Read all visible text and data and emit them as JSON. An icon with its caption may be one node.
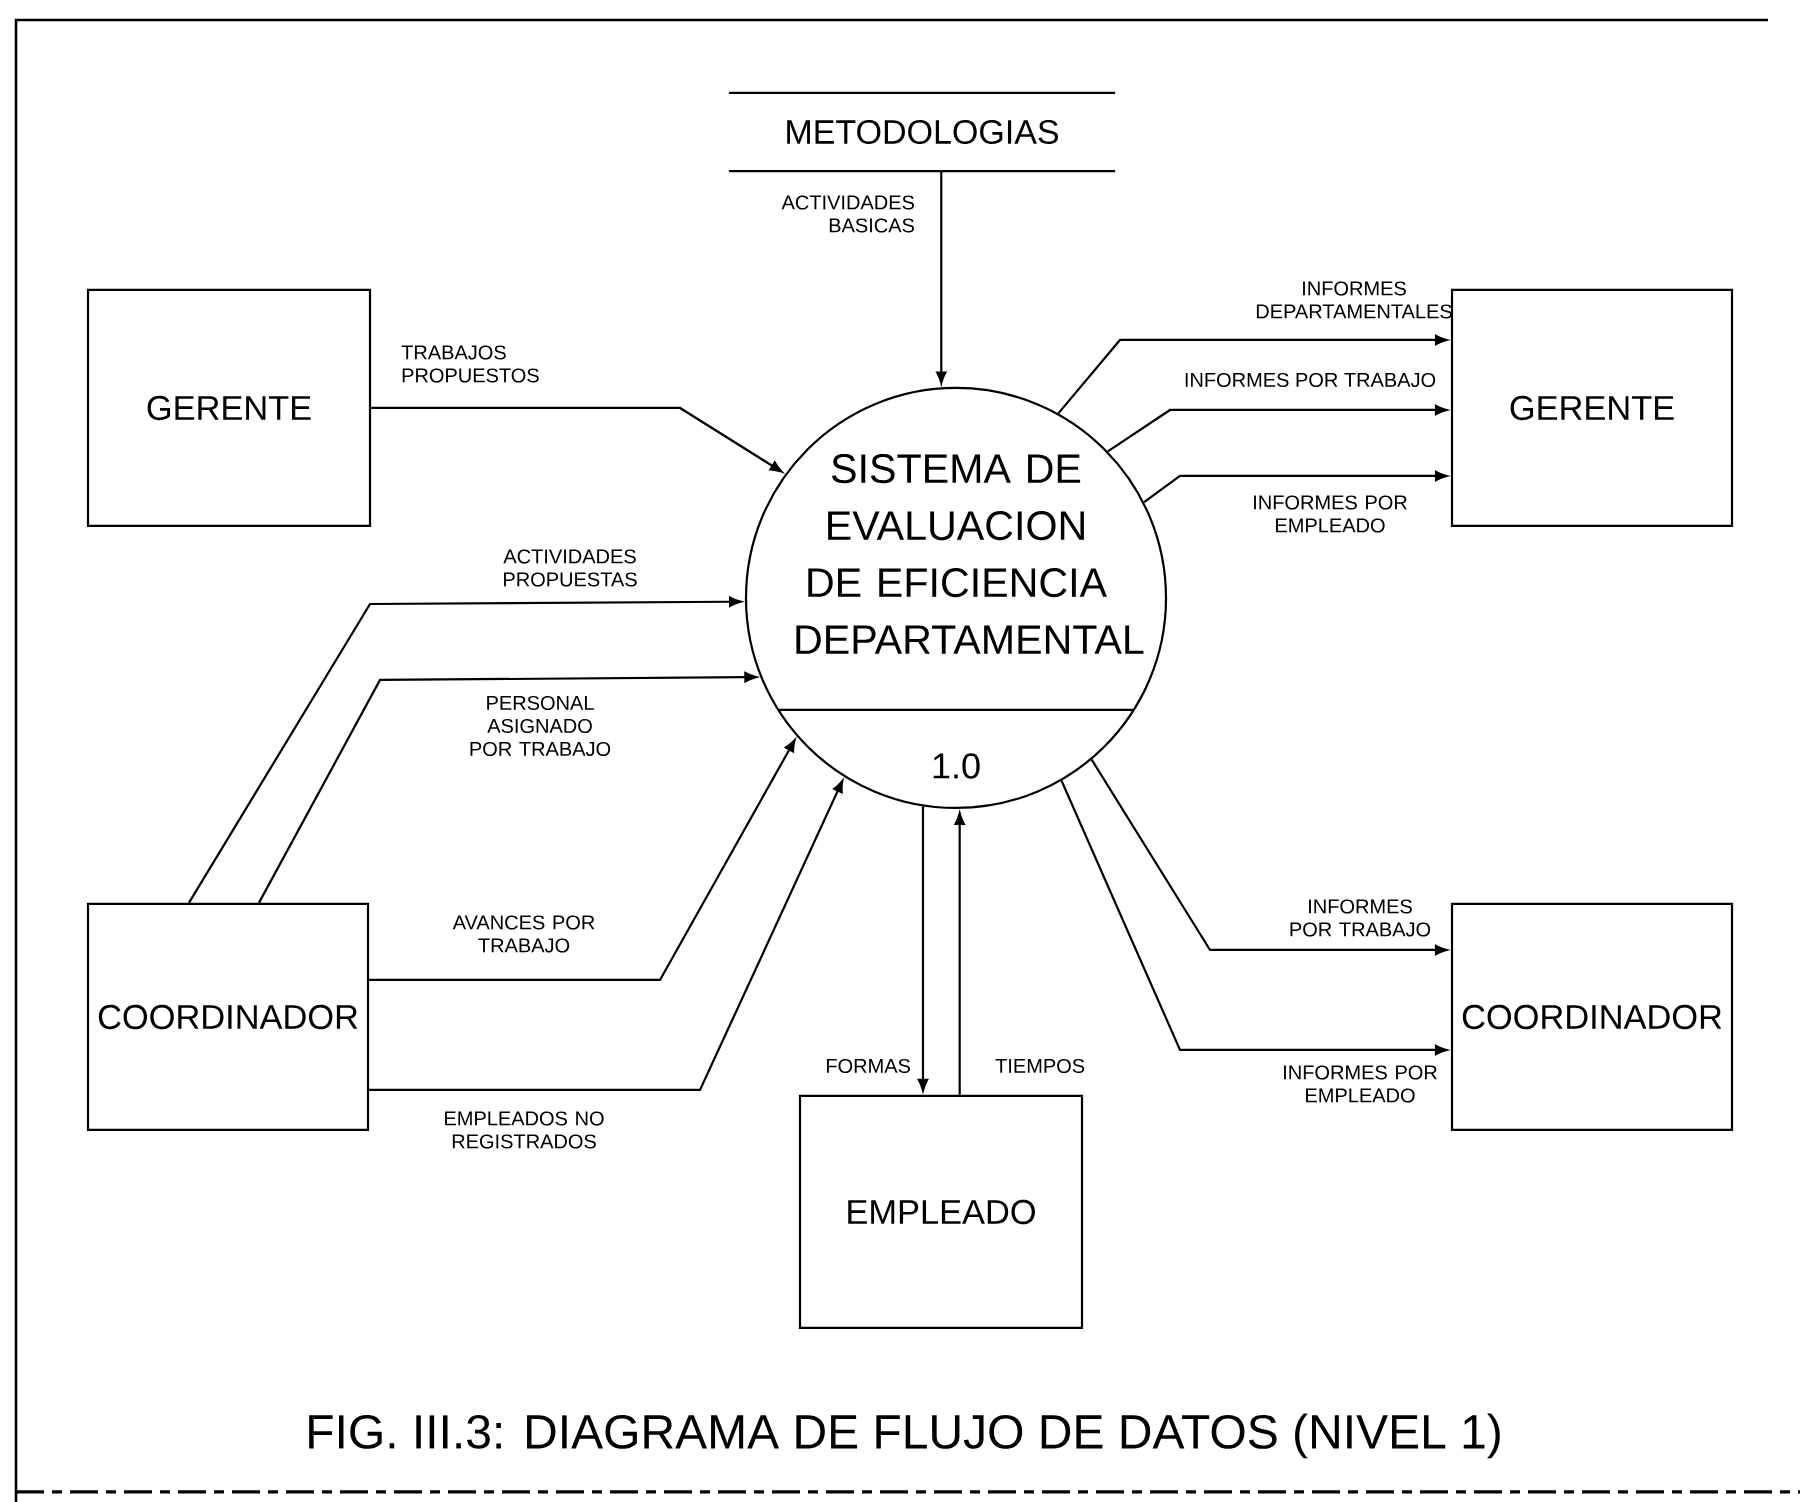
{
  "diagram": {
    "caption": "FIG. III.3: DIAGRAMA DE FLUJO DE DATOS (NIVEL 1)",
    "nodes": [
      {
        "text": [
          "METODOLOGIAS"
        ]
      },
      {
        "text": [
          "GERENTE"
        ]
      },
      {
        "text": [
          "SISTEMA DE EVALUACION DE EFICIENCIA DEPARTAMENTAL",
          "1.0"
        ]
      },
      {
        "text": [
          "GERENTE"
        ]
      },
      {
        "text": [
          "COORDINADOR"
        ]
      },
      {
        "text": [
          "COORDINADOR"
        ]
      },
      {
        "text": [
          "EMPLEADO"
        ]
      }
    ],
    "edges": [
      {
        "from": 0,
        "to": 2,
        "arrow": "to",
        "label": "ACTIVIDADES BASICAS"
      },
      {
        "from": 1,
        "to": 2,
        "arrow": "to",
        "label": "TRABAJOS PROPUESTOS"
      },
      {
        "from": 4,
        "to": 2,
        "arrow": "to",
        "label": "ACTIVIDADES PROPUESTAS"
      },
      {
        "from": 4,
        "to": 2,
        "arrow": "to",
        "label": "PERSONAL ASIGNADO POR TRABAJO"
      },
      {
        "from": 4,
        "to": 2,
        "arrow": "to",
        "label": "AVANCES POR TRABAJO"
      },
      {
        "from": 4,
        "to": 2,
        "arrow": "to",
        "label": "EMPLEADOS NO REGISTRADOS"
      },
      {
        "from": 2,
        "to": 3,
        "arrow": "to",
        "label": "INFORMES DEPARTAMENTALES"
      },
      {
        "from": 2,
        "to": 3,
        "arrow": "to",
        "label": "INFORMES POR TRABAJO"
      },
      {
        "from": 2,
        "to": 3,
        "arrow": "to",
        "label": "INFORMES POR EMPLEADO"
      },
      {
        "from": 2,
        "to": 5,
        "arrow": "to",
        "label": "INFORMES POR TRABAJO"
      },
      {
        "from": 2,
        "to": 5,
        "arrow": "to",
        "label": "INFORMES POR EMPLEADO"
      },
      {
        "from": 2,
        "to": 6,
        "arrow": "to",
        "label": "FORMAS"
      },
      {
        "from": 6,
        "to": 2,
        "arrow": "to",
        "label": "TIEMPOS"
      }
    ]
  }
}
